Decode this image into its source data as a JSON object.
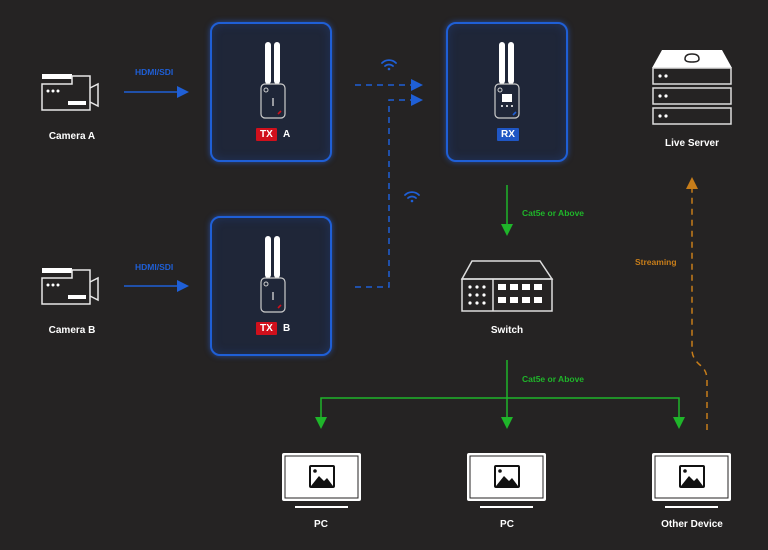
{
  "diagram": {
    "colors": {
      "background": "#252323",
      "video_link": "#1f5fd6",
      "ethernet_link": "#1fb52a",
      "streaming_link": "#c77d1a",
      "tx_badge": "#d0101c",
      "rx_badge": "#1f56c4"
    },
    "nodes": {
      "camera_a": {
        "label": "Camera A",
        "icon": "video-camera-icon"
      },
      "camera_b": {
        "label": "Camera B",
        "icon": "video-camera-icon"
      },
      "tx_a": {
        "badge": "TX",
        "suffix": "A",
        "icon": "transmitter-icon"
      },
      "tx_b": {
        "badge": "TX",
        "suffix": "B",
        "icon": "transmitter-icon"
      },
      "rx": {
        "badge": "RX",
        "icon": "receiver-icon"
      },
      "live_server": {
        "label": "Live Server",
        "icon": "server-icon"
      },
      "switch": {
        "label": "Switch",
        "icon": "network-switch-icon"
      },
      "pc_1": {
        "label": "PC",
        "icon": "monitor-icon"
      },
      "pc_2": {
        "label": "PC",
        "icon": "monitor-icon"
      },
      "other_device": {
        "label": "Other Device",
        "icon": "monitor-icon"
      }
    },
    "edges": {
      "camera_a_to_tx_a": "HDMI/SDI",
      "camera_b_to_tx_b": "HDMI/SDI",
      "rx_to_switch": "Cat5e or Above",
      "switch_to_devices": "Cat5e or Above",
      "other_device_to_server": "Streaming"
    }
  }
}
